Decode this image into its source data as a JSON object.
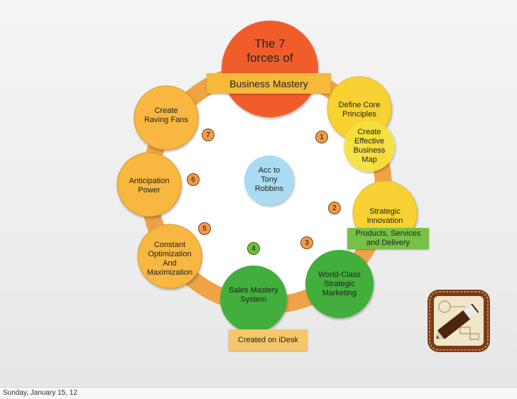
{
  "title": {
    "line1": "The 7",
    "line2": "forces of",
    "banner": "Business Mastery"
  },
  "center": "Acc to\nTony\nRobbins",
  "forces": [
    {
      "number": "1",
      "label": "Define Core\nPrinciples"
    },
    {
      "number": "2",
      "label": "Strategic\nInnovation"
    },
    {
      "number": "3",
      "label": "World-Class\nStrategic\nMarketing"
    },
    {
      "number": "4",
      "label": "Sales Mastery\nSystem"
    },
    {
      "number": "5",
      "label": "Constant\nOptimization\nAnd\nMaximization"
    },
    {
      "number": "6",
      "label": "Anticipation\nPower"
    },
    {
      "number": "7",
      "label": "Create\nRaving Fans"
    }
  ],
  "notes": {
    "effective_map": "Create\nEffective\nBusiness\nMap",
    "products": "Products, Services\nand Delivery",
    "created_on": "Created on iDesk"
  },
  "footer_date": "Sunday, January 15, 12",
  "colors": {
    "ring": "#f0a246",
    "title_circle": "#f05d2c",
    "banner": "#f5b93c",
    "yellow": "#f7d232",
    "orange_light": "#f7b740",
    "green": "#42ae3a",
    "center": "#a9dcf2",
    "products_box": "#77c147",
    "created_box": "#f7c66a",
    "badge": "#f39a48"
  },
  "icons": [
    "idesk-app-icon"
  ]
}
